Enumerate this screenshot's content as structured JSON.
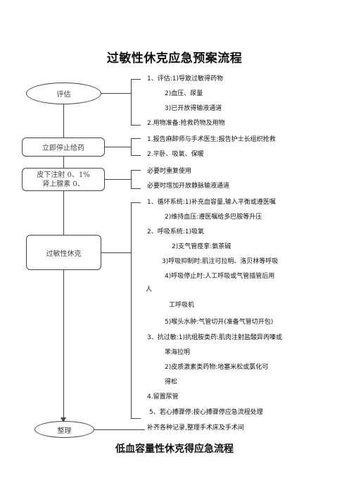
{
  "title": "过敏性休克应急预案流程",
  "footer_title": "低血容量性休克得应急流程",
  "boxes": {
    "assess": "评估",
    "stop_drug": "立即停止给药",
    "injection_line1": "皮下注射 0、1%",
    "injection_line2": "肾上腺素 0、",
    "shock": "过敏性休克",
    "organize": "整理"
  },
  "assess_steps": [
    "1、评估:1)导致过敏得药物",
    "2)血压、尿量",
    "3)已开放得输液通道",
    "2.用物准备:抢救药物及用物"
  ],
  "stop_steps": [
    "1.报告麻醉师与手术医生;报告护士长组织抢救",
    "2.平卧、吸氧、保暖"
  ],
  "injection_steps": [
    "必要时重复使用",
    "必要时增加开放静脉输液通道"
  ],
  "shock_steps": [
    "1、循环系统:1)补充血容量,输入平衡或遵医嘱",
    "2)维持血压:遵医嘱给多巴胺等升压",
    "2、呼吸系统:1)吸氧",
    "2)支气管痉挛:氨茶碱",
    "3)呼吸抑制时:肌注可拉明、洛贝林等呼吸",
    "4)呼吸停止时:人工呼吸或气管插管后用",
    "人",
    "工呼吸机",
    "5)喉头水肿:气管切开(准备气管切开包)",
    "3、抗过敏:1)抗组胺类药:肌肉注射盐酸异丙嗪或",
    "苯海拉明",
    "2)皮质激素类药物:地塞米松或氯化可",
    "得松",
    "4.留置尿管",
    "5、若心搏骤停:按心搏骤停应急流程处理"
  ],
  "organize_step": "补齐各种记录,整理手术床及手术间"
}
